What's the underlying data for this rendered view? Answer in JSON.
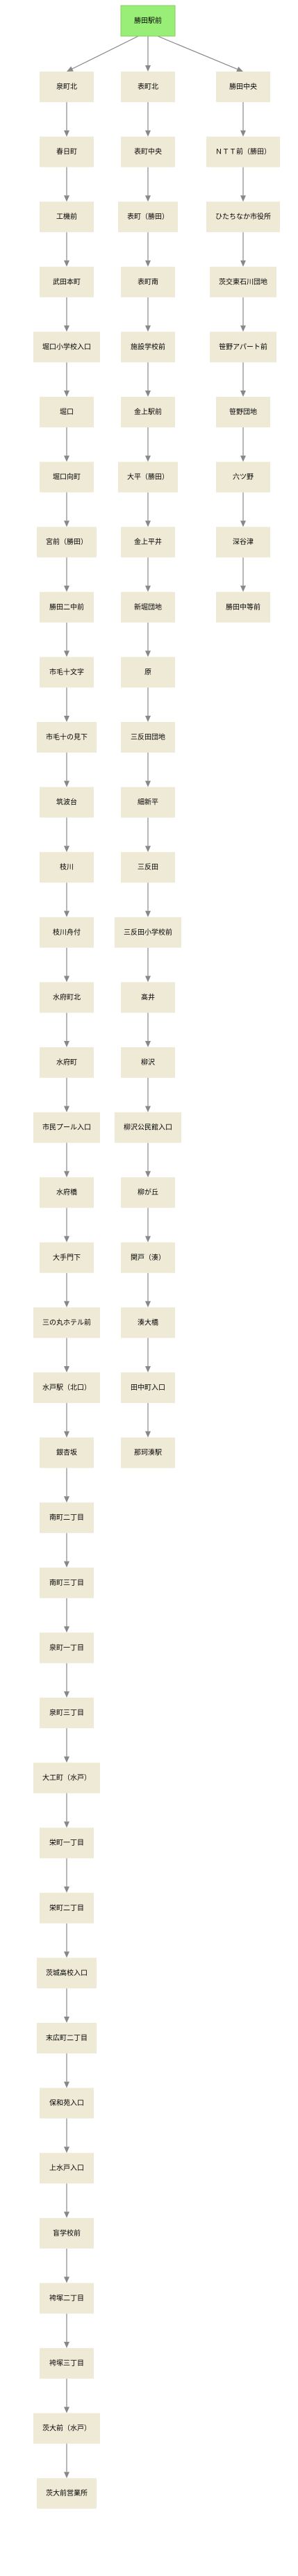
{
  "start": {
    "label": "勝田駅前"
  },
  "columns": [
    {
      "name": "col-1",
      "stops": [
        "泉町北",
        "春日町",
        "工機前",
        "武田本町",
        "堀口小学校入口",
        "堀口",
        "堀口向町",
        "宮前（勝田）",
        "勝田二中前",
        "市毛十文字",
        "市毛十の見下",
        "筑波台",
        "枝川",
        "枝川舟付",
        "水府町北",
        "水府町",
        "市民プール入口",
        "水府橋",
        "大手門下",
        "三の丸ホテル前",
        "水戸駅（北口）",
        "銀杏坂",
        "南町二丁目",
        "南町三丁目",
        "泉町一丁目",
        "泉町三丁目",
        "大工町（水戸）",
        "栄町一丁目",
        "栄町二丁目",
        "茨城高校入口",
        "末広町二丁目",
        "保和苑入口",
        "上水戸入口",
        "盲学校前",
        "袴塚二丁目",
        "袴塚三丁目",
        "茨大前（水戸）",
        "茨大前営業所"
      ]
    },
    {
      "name": "col-2",
      "stops": [
        "表町北",
        "表町中央",
        "表町（勝田）",
        "表町南",
        "施設学校前",
        "金上駅前",
        "大平（勝田）",
        "金上平井",
        "新堀団地",
        "原",
        "三反田団地",
        "細新平",
        "三反田",
        "三反田小学校前",
        "髙井",
        "柳沢",
        "柳沢公民館入口",
        "柳が丘",
        "関戸（湊）",
        "湊大橋",
        "田中町入口",
        "那珂湊駅"
      ]
    },
    {
      "name": "col-3",
      "stops": [
        "勝田中央",
        "ＮＴＴ前（勝田）",
        "ひたちなか市役所",
        "茨交東石川団地",
        "笹野アパート前",
        "笹野団地",
        "六ツ野",
        "深谷津",
        "勝田中等前"
      ]
    }
  ]
}
